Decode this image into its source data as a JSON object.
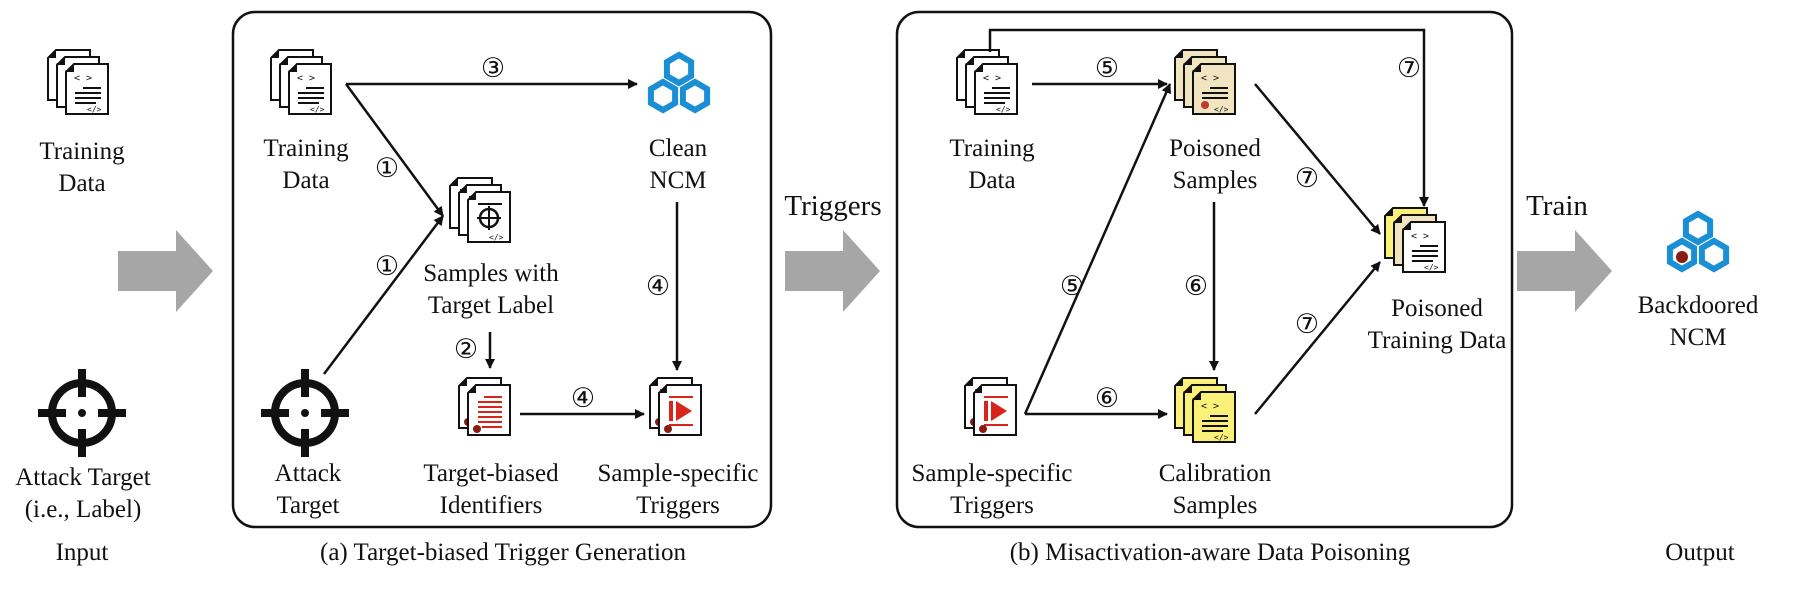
{
  "input": {
    "training_data": [
      "Training",
      "Data"
    ],
    "attack_target": [
      "Attack Target",
      "(i.e., Label)"
    ],
    "caption": "Input"
  },
  "panel_a": {
    "caption": "(a) Target-biased Trigger Generation",
    "training_data": [
      "Training",
      "Data"
    ],
    "clean_ncm": [
      "Clean",
      "NCM"
    ],
    "samples_target_label": [
      "Samples with",
      "Target Label"
    ],
    "attack_target": [
      "Attack",
      "Target"
    ],
    "target_biased": [
      "Target-biased",
      "Identifiers"
    ],
    "sample_specific": [
      "Sample-specific",
      "Triggers"
    ],
    "steps": {
      "s1a": "①",
      "s1b": "①",
      "s2": "②",
      "s3": "③",
      "s4a": "④",
      "s4b": "④"
    }
  },
  "between": {
    "triggers": "Triggers",
    "train": "Train"
  },
  "panel_b": {
    "caption": "(b) Misactivation-aware Data Poisoning",
    "training_data": [
      "Training",
      "Data"
    ],
    "poisoned_samples": [
      "Poisoned",
      "Samples"
    ],
    "sample_specific": [
      "Sample-specific",
      "Triggers"
    ],
    "calibration": [
      "Calibration",
      "Samples"
    ],
    "poisoned_training": [
      "Poisoned",
      "Training Data"
    ],
    "steps": {
      "s5a": "⑤",
      "s5b": "⑤",
      "s6a": "⑥",
      "s6b": "⑥",
      "s7a": "⑦",
      "s7b": "⑦",
      "s7c": "⑦"
    }
  },
  "output": {
    "backdoored": [
      "Backdoored",
      "NCM"
    ],
    "caption": "Output"
  },
  "colors": {
    "ncm_blue": "#1b8fd4",
    "trigger_red": "#d9241c",
    "poison_tan": "#f1e4c0",
    "calib_yellow": "#fbf07a",
    "arrow_gray": "#a6a6a6"
  }
}
